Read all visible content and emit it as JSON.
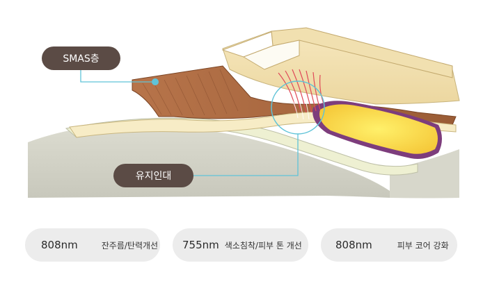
{
  "labels": {
    "smas": "SMAS층",
    "ligament": "유지인대"
  },
  "pills": [
    {
      "wavelength": "808nm",
      "description": "잔주름/탄력개선"
    },
    {
      "wavelength": "755nm",
      "description": "색소침착/피부 톤 개선"
    },
    {
      "wavelength": "808nm",
      "description": "피부 코어 강화"
    }
  ],
  "colors": {
    "label_bg": "#5b4b45",
    "pointer": "#5fc3d8",
    "pill_bg": "#ececec"
  }
}
